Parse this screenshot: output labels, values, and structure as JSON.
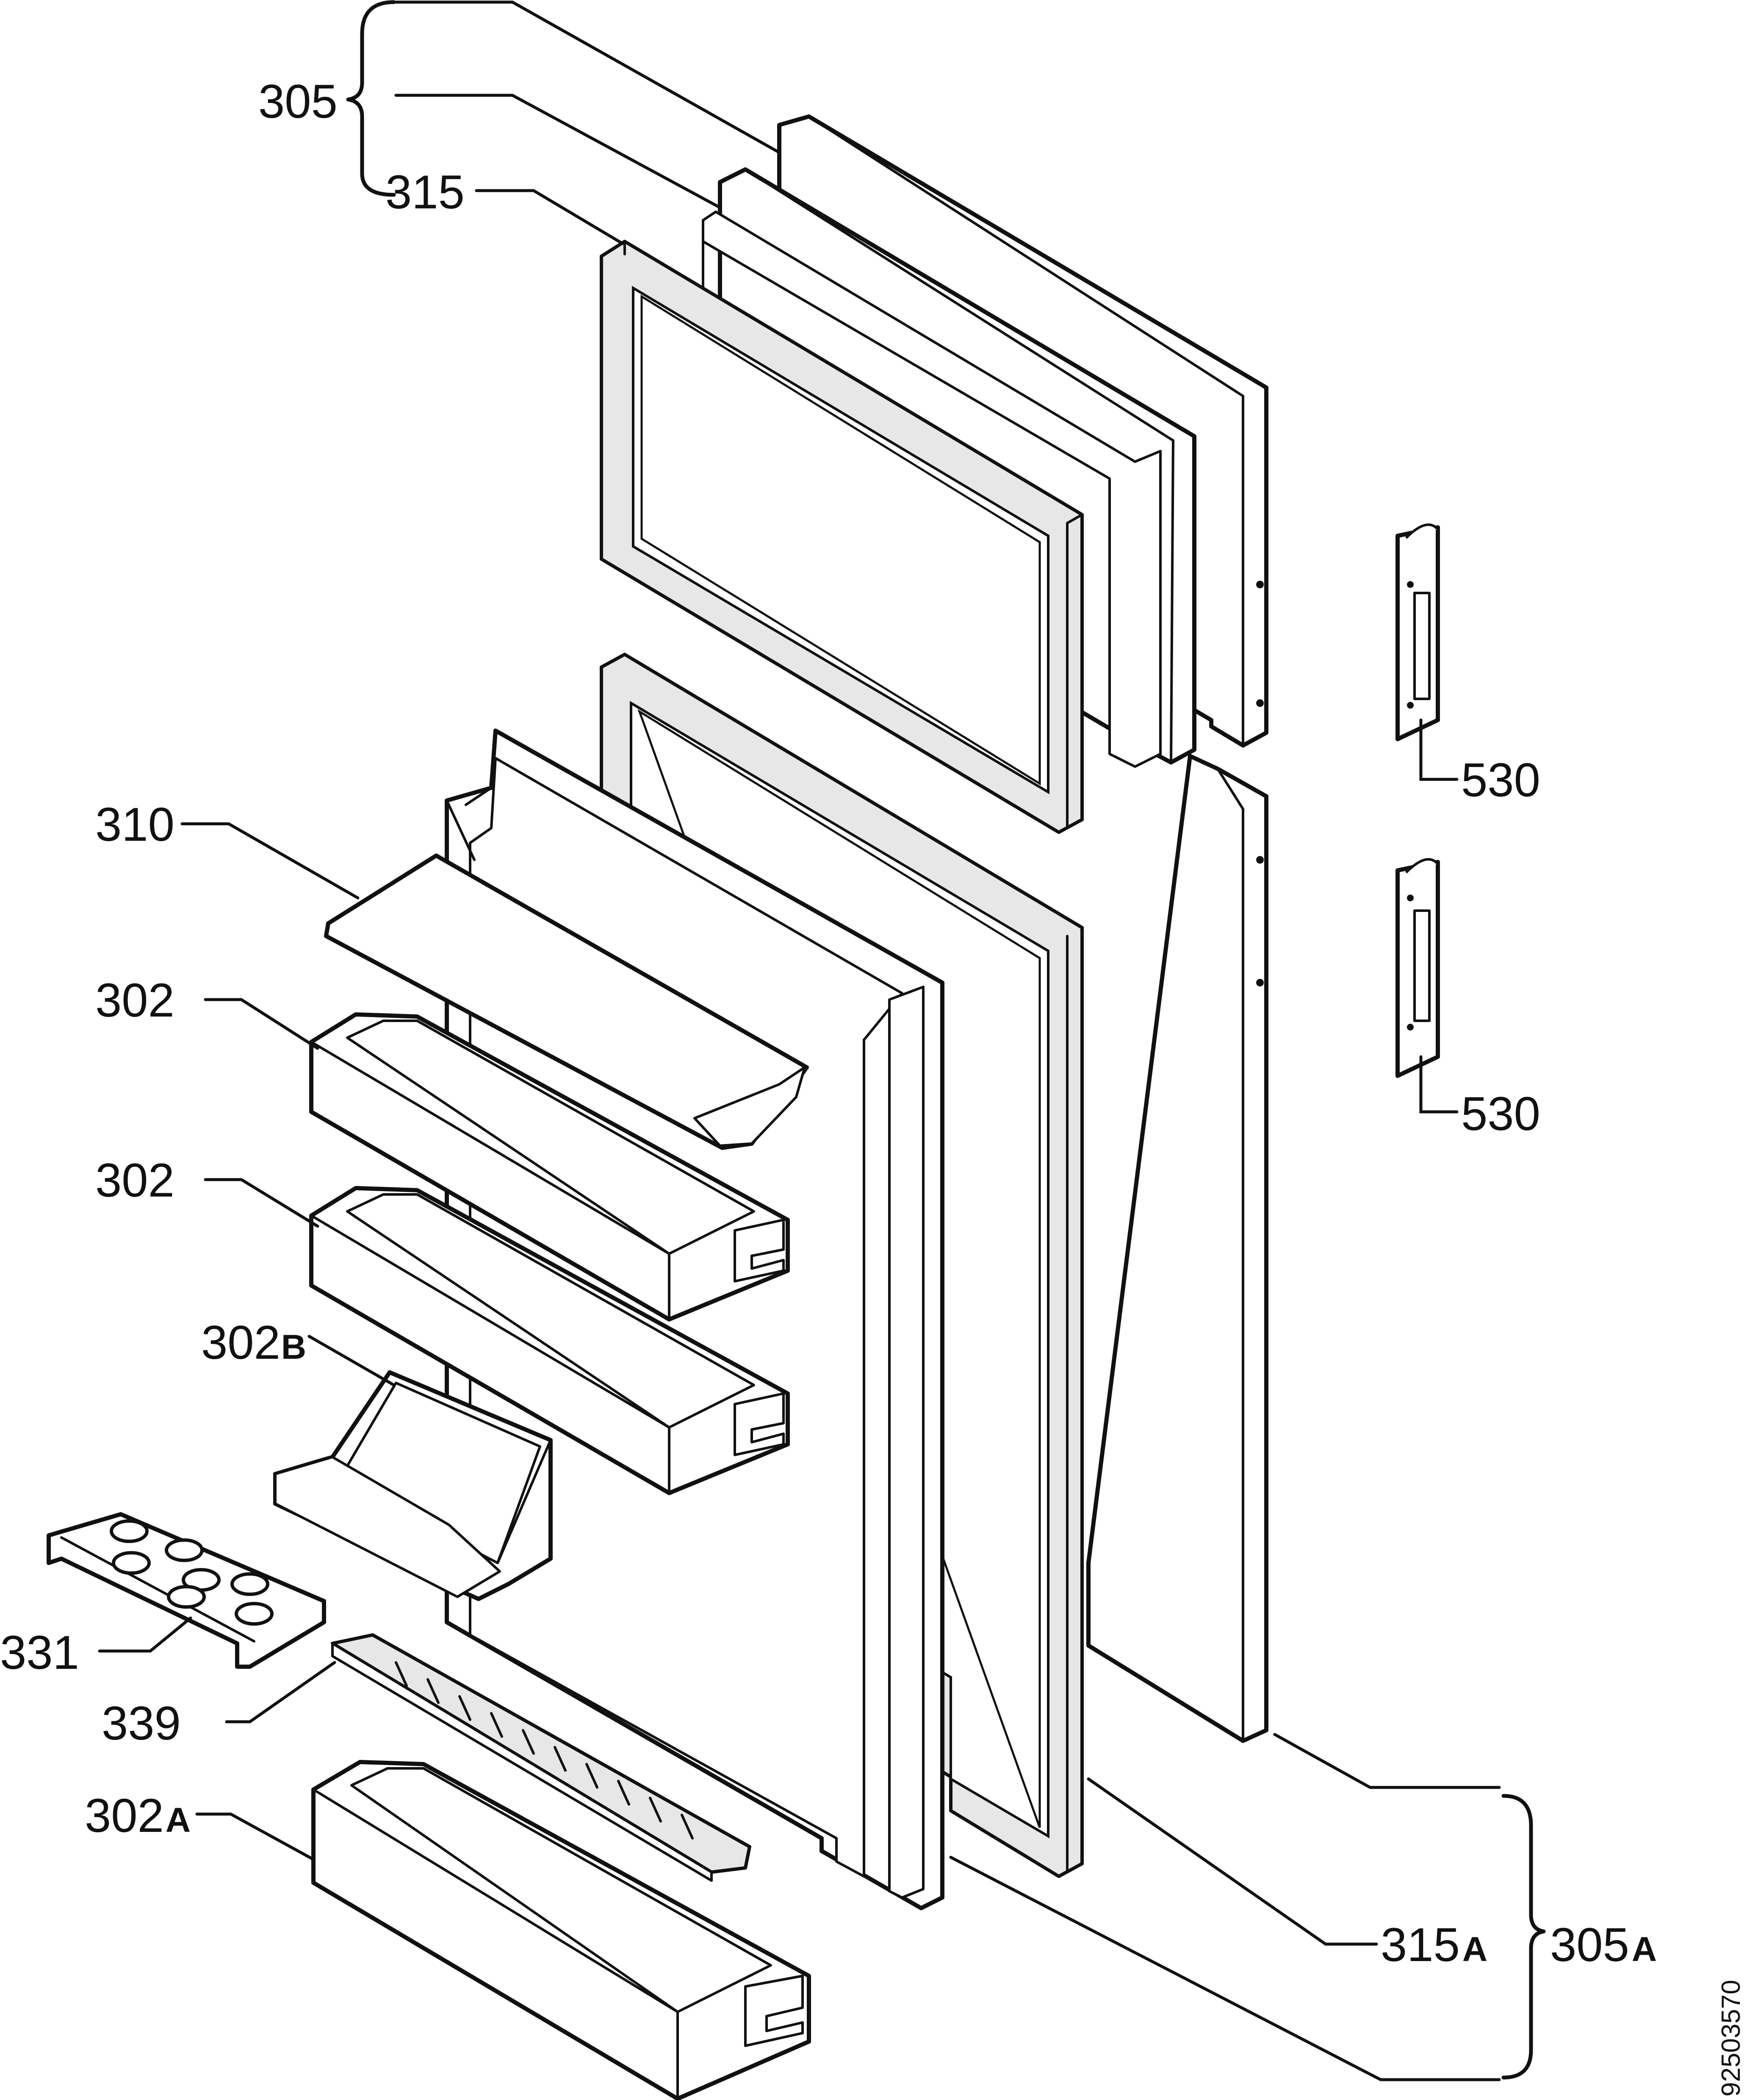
{
  "labels": {
    "l305": "305",
    "l315": "315",
    "l310": "310",
    "l302_a": "302",
    "l302_b": "302",
    "l302B_num": "302",
    "l302B_suf": "B",
    "l331": "331",
    "l339": "339",
    "l302A_num": "302",
    "l302A_suf": "A",
    "l530_a": "530",
    "l530_b": "530",
    "l315A_num": "315",
    "l315A_suf": "A",
    "l305A_num": "305",
    "l305A_suf": "A"
  },
  "document_number": "92503570"
}
